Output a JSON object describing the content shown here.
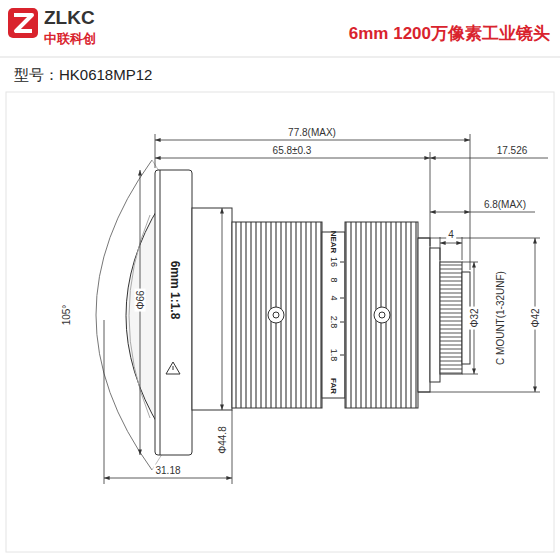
{
  "diagram": {
    "title": "6mm  1200万像素工业镜头",
    "labels": [
      "ZLKC",
      "中联科创",
      "型号：HK0618MP12",
      "77.8(MAX)",
      "65.8±0.3",
      "17.526",
      "6.8(MAX)",
      "4",
      "105°",
      "Φ66",
      "6mm 1:1.8",
      "NEAR",
      "16",
      "8",
      "4",
      "2.8",
      "1.8",
      "FAR",
      "Φ44.8",
      "31.18",
      "Φ32",
      "C MOUNT(1-32UNF)",
      "Φ42"
    ]
  }
}
